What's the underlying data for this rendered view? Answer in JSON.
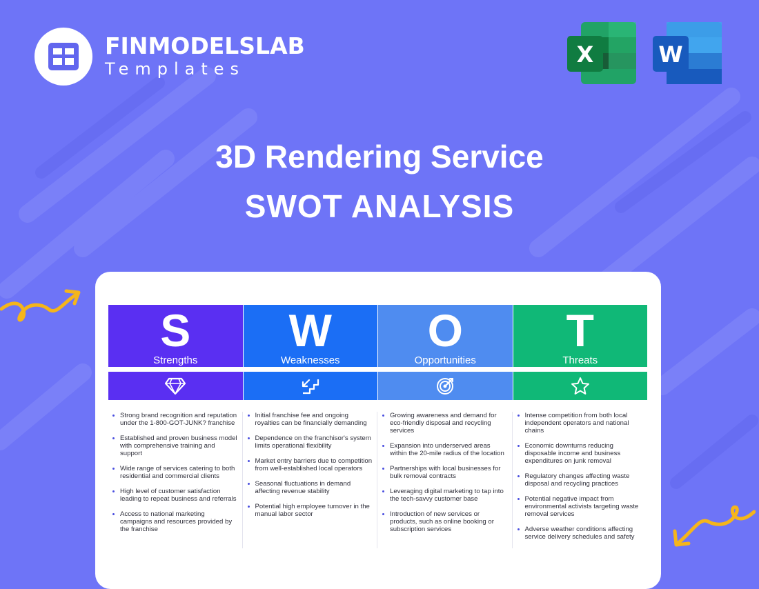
{
  "brand": {
    "name": "FINMODELSLAB",
    "sub": "Templates"
  },
  "apps": [
    {
      "icon": "excel-icon",
      "letter": "X",
      "color": "#1f7a46"
    },
    {
      "icon": "word-icon",
      "letter": "W",
      "color": "#2457c4"
    }
  ],
  "title": {
    "line1": "3D Rendering Service",
    "line2": "SWOT ANALYSIS"
  },
  "colors": {
    "background": "#6e74f7",
    "accent_arrow": "#f5b51b"
  },
  "swot": [
    {
      "letter": "S",
      "label": "Strengths",
      "color": "#5a2ff2",
      "icon": "diamond-icon",
      "items": [
        "Strong brand recognition and reputation under the 1-800-GOT-JUNK? franchise",
        "Established and proven business model with comprehensive training and support",
        "Wide range of services catering to both residential and commercial clients",
        "High level of customer satisfaction leading to repeat business and referrals",
        "Access to national marketing campaigns and resources provided by the franchise"
      ]
    },
    {
      "letter": "W",
      "label": "Weaknesses",
      "color": "#1b6ef5",
      "icon": "stairs-down-icon",
      "items": [
        "Initial franchise fee and ongoing royalties can be financially demanding",
        "Dependence on the franchisor's system limits operational flexibility",
        "Market entry barriers due to competition from well-established local operators",
        "Seasonal fluctuations in demand affecting revenue stability",
        "Potential high employee turnover in the manual labor sector"
      ]
    },
    {
      "letter": "O",
      "label": "Opportunities",
      "color": "#4f8cf0",
      "icon": "target-icon",
      "items": [
        "Growing awareness and demand for eco-friendly disposal and recycling services",
        "Expansion into underserved areas within the 20-mile radius of the location",
        "Partnerships with local businesses for bulk removal contracts",
        "Leveraging digital marketing to tap into the tech-savvy customer base",
        "Introduction of new services or products, such as online booking or subscription services"
      ]
    },
    {
      "letter": "T",
      "label": "Threats",
      "color": "#10b877",
      "icon": "star-icon",
      "items": [
        "Intense competition from both local independent operators and national chains",
        "Economic downturns reducing disposable income and business expenditures on junk removal",
        "Regulatory changes affecting waste disposal and recycling practices",
        "Potential negative impact from environmental activists targeting waste removal services",
        "Adverse weather conditions affecting service delivery schedules and safety"
      ]
    }
  ]
}
